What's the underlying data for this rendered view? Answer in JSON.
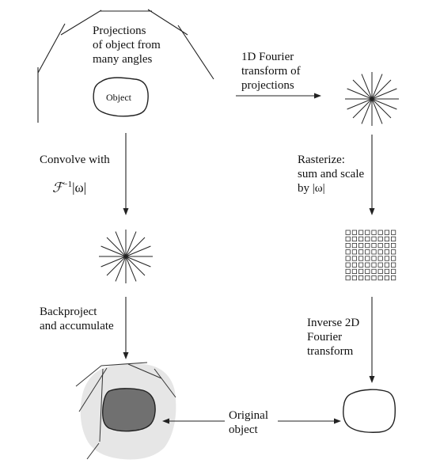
{
  "labels": {
    "projections": [
      "Projections",
      "of object from",
      "many angles"
    ],
    "object": "Object",
    "fourier_1d": [
      "1D Fourier",
      "transform of",
      "projections"
    ],
    "convolve": "Convolve with",
    "convolve_math": {
      "symbol": "ℱ",
      "exponent": "−1",
      "omega": "|ω|"
    },
    "rasterize": [
      "Rasterize:",
      "sum and scale",
      "by |ω|"
    ],
    "backproject": [
      "Backproject",
      "and accumulate"
    ],
    "inverse_2d": [
      "Inverse 2D",
      "Fourier",
      "transform"
    ],
    "original": [
      "Original",
      "object"
    ]
  }
}
